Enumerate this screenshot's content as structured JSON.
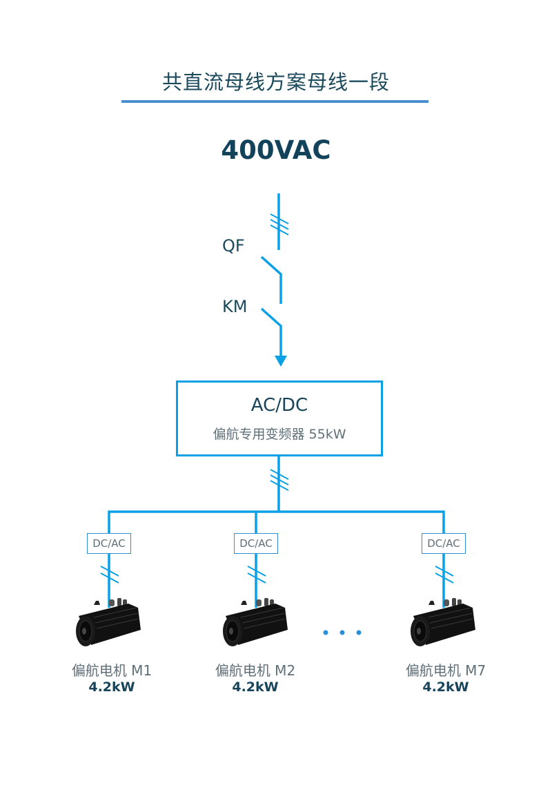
{
  "title": "共直流母线方案母线一段",
  "supply": {
    "voltage": "400VAC"
  },
  "switches": {
    "breaker_label": "QF",
    "contactor_label": "KM"
  },
  "rectifier": {
    "type": "AC/DC",
    "description": "偏航专用变频器 55kW"
  },
  "motors": [
    {
      "inverter": "DC/AC",
      "name": "偏航电机 M1",
      "power": "4.2kW"
    },
    {
      "inverter": "DC/AC",
      "name": "偏航电机 M2",
      "power": "4.2kW"
    },
    {
      "inverter": "DC/AC",
      "name": "偏航电机 M7",
      "power": "4.2kW"
    }
  ],
  "colors": {
    "line": "#0aa0e6",
    "rule": "#4a8fd0",
    "text_dark": "#17445a",
    "text_gray": "#5f6f78"
  }
}
